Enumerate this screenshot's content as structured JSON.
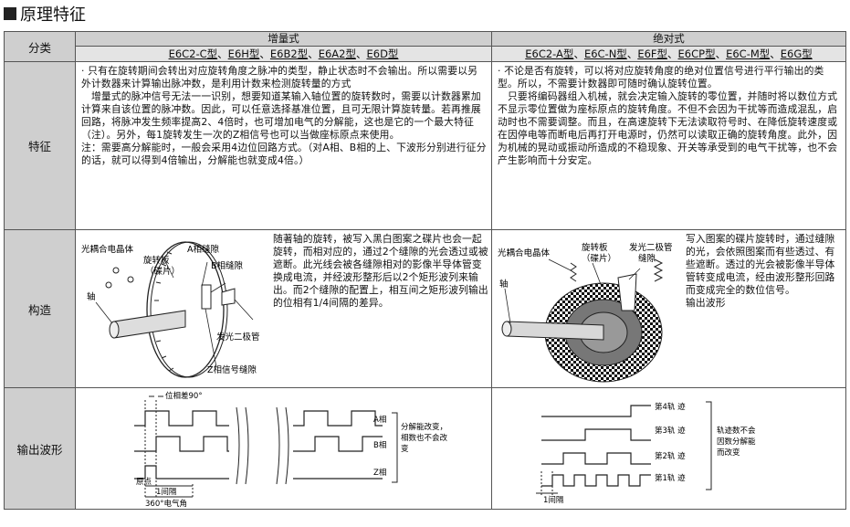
{
  "title": "原理特征",
  "header": {
    "category_label": "分类",
    "incremental": {
      "name": "增量式",
      "models": [
        "E6C2-C型",
        "E6H型",
        "E6B2型",
        "E6A2型",
        "E6D型"
      ]
    },
    "absolute": {
      "name": "绝对式",
      "models": [
        "E6C2-A型",
        "E6C-N型",
        "E6F型",
        "E6CP型",
        "E6C-M型",
        "E6G型"
      ]
    },
    "separator": "、"
  },
  "features": {
    "label": "特征",
    "incremental_text": [
      "· 只有在旋转期间会转出对应旋转角度之脉冲的类型，静止状态时不会输出。所以需要以另外计数器来计算输出脉冲数，是利用计数来检测旋转量的方式",
      "　增量式的脉冲信号无法一一识别，想要知道某输入轴位置的旋转数时，需要以计数器累加计算来自该位置的脉冲数。因此，可以任意选择基准位置，且可无限计算旋转量。若再推展回路，将脉冲发生频率提高2、4倍时，也可增加电气的分解能，这也是它的一个最大特征（注）。另外，每1旋转发生一次的Z相信号也可以当做座标原点来使用。",
      "注：需要高分解能时，一般会采用4边位回路方式。（对A相、B相的上、下波形分别进行征分的话，就可以得到4倍输出，分解能也就变成4倍。）"
    ],
    "absolute_text": [
      "· 不论是否有旋转，可以将对应旋转角度的绝对位置信号进行平行输出的类型。所以，不需要计数器即可随时确认旋转位置。",
      "　只要将编码器组入机械，就会决定输入旋转的零位置，并随时将以数位方式不显示零位置做为座标原点的旋转角度。不但不会因为干扰等而造成混乱，启动时也不需要调整。而且，在高速旋转下无法读取符号时、在降低旋转速度或在因停电等而断电后再打开电源时，仍然可以读取正确的旋转角度。此外，因为机械的晃动或振动所造成的不稳现象、开关等承受到的电气干扰等，也不会产生影响而十分安定。"
    ]
  },
  "structure": {
    "label": "构造",
    "incremental_labels": {
      "photo": "光耦合电晶体",
      "disk": "旋转板",
      "disk2": "（碟片）",
      "a_slit": "A相缝隙",
      "b_slit": "B相缝隙",
      "shaft": "轴",
      "led": "发光二极管",
      "z_slit": "Z相信号缝隙"
    },
    "incremental_desc": "随著轴的旋转，被写入黑白图案之碟片也会一起旋转，而相对应的，通过2个缝隙的光会透过或被遮断。此光线会被各缝隙相对的影像半导体管变换成电流，并经波形整形后以2个矩形波列来输出。而2个缝隙的配置上，相互间之矩形波列输出的位相有1/4间隔的差异。",
    "absolute_labels": {
      "photo": "光耦合电晶体",
      "disk": "旋转板",
      "disk2": "（碟片）",
      "led": "发光二极管",
      "slit": "缝隙",
      "shaft": "轴"
    },
    "absolute_desc": "写入图案的碟片旋转时，通过缝隙的光，会依照图案而有些透过、有些遮断。透过的光会被影像半导体管转变成电流，经由波形整形回路而变成完全的数位信号。",
    "absolute_desc2": "输出波形"
  },
  "waveform": {
    "label": "输出波形",
    "incremental": {
      "phase_diff": "位相差90°",
      "phases": [
        "A相",
        "B相",
        "Z相"
      ],
      "note": [
        "分解能改变，",
        "相数也不会改",
        "变"
      ],
      "origin": "原点",
      "interval": "1间隔",
      "angle": "360°电气角"
    },
    "absolute": {
      "tracks": [
        "第4轨 迹",
        "第3轨 迹",
        "第2轨 迹",
        "第1轨 迹"
      ],
      "note": [
        "轨迹数不会",
        "因数分解能",
        "而改变"
      ],
      "interval": "1间隔"
    }
  }
}
